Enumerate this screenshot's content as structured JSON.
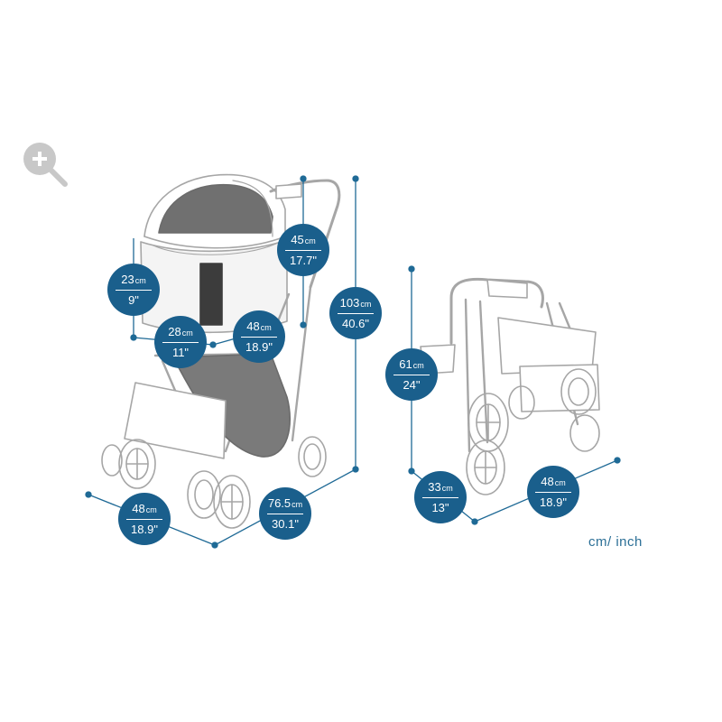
{
  "colors": {
    "accent": "#1f6a96",
    "badge": "#1a5f8c",
    "line_art": "#a6a6a6",
    "mesh": "#6b6b6b",
    "zoom_icon": "#c8c8c8"
  },
  "zoom_icon": "zoom-in-icon",
  "unit_label": "cm/ inch",
  "unfolded": {
    "height": {
      "cm": "103",
      "cm_unit": "cm",
      "inch": "40.6\""
    },
    "handle_height": {
      "cm": "45",
      "cm_unit": "cm",
      "inch": "17.7\""
    },
    "cabin_height": {
      "cm": "23",
      "cm_unit": "cm",
      "inch": "9\""
    },
    "cabin_depth": {
      "cm": "28",
      "cm_unit": "cm",
      "inch": "11\""
    },
    "cabin_length": {
      "cm": "48",
      "cm_unit": "cm",
      "inch": "18.9\""
    },
    "width": {
      "cm": "48",
      "cm_unit": "cm",
      "inch": "18.9\""
    },
    "length": {
      "cm": "76.5",
      "cm_unit": "cm",
      "inch": "30.1\""
    }
  },
  "folded": {
    "height": {
      "cm": "61",
      "cm_unit": "cm",
      "inch": "24\""
    },
    "depth": {
      "cm": "33",
      "cm_unit": "cm",
      "inch": "13\""
    },
    "width": {
      "cm": "48",
      "cm_unit": "cm",
      "inch": "18.9\""
    }
  }
}
